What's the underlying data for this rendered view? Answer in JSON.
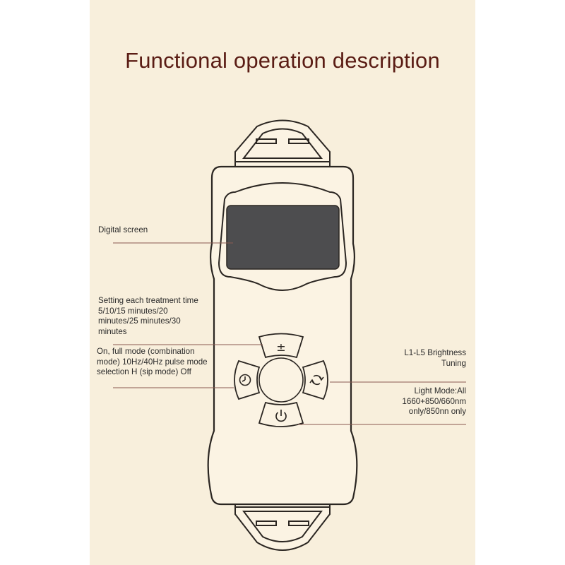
{
  "title": "Functional operation description",
  "labels": {
    "digital_screen": "Digital screen",
    "timer": "Setting each treatment time 5/10/15 minutes/20 minutes/25 minutes/30 minutes",
    "power": "On, full mode (combination mode) 10Hz/40Hz pulse mode selection H (sip mode) Off",
    "brightness": "L1-L5 Brightness Tuning",
    "light_mode": "Light Mode:All 1660+850/660nm only/850nn only"
  },
  "buttons": {
    "plus_minus": {
      "glyph": "±",
      "icon": "plus-minus-icon"
    },
    "timer": {
      "icon": "clock-icon"
    },
    "cycle": {
      "icon": "cycle-arrows-icon"
    },
    "power": {
      "icon": "power-icon"
    }
  },
  "colors": {
    "background": "#f8efdc",
    "title": "#5a1c14",
    "device_body": "#fbf3e3",
    "outline": "#2b2622",
    "screen": "#4d4d4f",
    "leader_line": "#8a5a50"
  }
}
